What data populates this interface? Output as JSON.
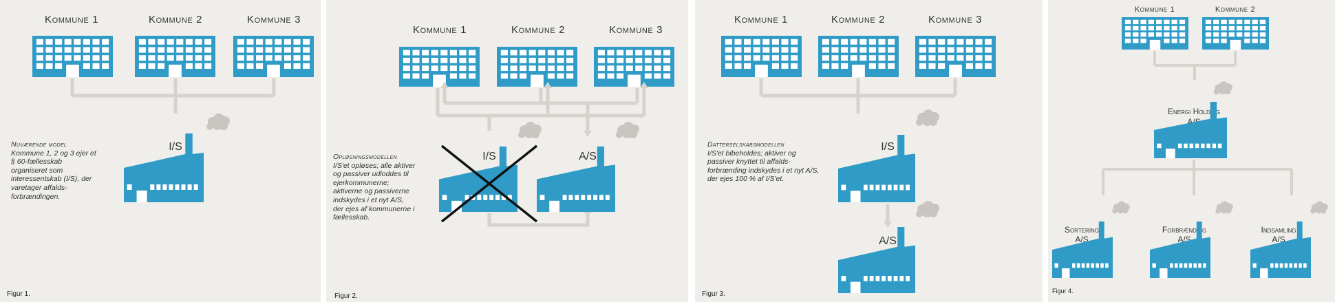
{
  "colors": {
    "background": "#efeeeb",
    "building": "#2f9bc6",
    "connector": "#d6d3cc",
    "smoke": "#c9c6c1",
    "cross": "#111111"
  },
  "panel1": {
    "kommuner": [
      "Kommune 1",
      "Kommune 2",
      "Kommune 3"
    ],
    "company": "I/S",
    "caption": {
      "heading": "Nuværende model",
      "body": "Kommune 1, 2 og 3 ejer et § 60-fællesskab organiseret som interessentskab (I/S), der varetager affalds-forbrændingen."
    },
    "figure": "Figur 1."
  },
  "panel2": {
    "kommuner": [
      "Kommune 1",
      "Kommune 2",
      "Kommune 3"
    ],
    "old_company": "I/S",
    "new_company": "A/S",
    "caption": {
      "heading": "Opløsningsmodellen",
      "body": "I/S'et opløses; alle aktiver og passiver udloddes til ejerkommunerne; aktiverne og passiverne indskydes i et nyt A/S, der ejes af kommunerne i fællesskab."
    },
    "figure": "Figur 2."
  },
  "panel3": {
    "kommuner": [
      "Kommune 1",
      "Kommune 2",
      "Kommune 3"
    ],
    "company": "I/S",
    "subsidiary": "A/S",
    "caption": {
      "heading": "Datterselskabsmodellen",
      "body": "I/S'et bibeholdes; aktiver og passiver knyttet til affalds-forbrænding indskydes i et nyt A/S, der ejes 100 % af I/S'et."
    },
    "figure": "Figur 3."
  },
  "panel4": {
    "kommuner": [
      "Kommune 1",
      "Kommune 2"
    ],
    "holding": [
      "Energi Holding",
      "A/S"
    ],
    "subsidiaries": [
      [
        "Sortering",
        "A/S"
      ],
      [
        "Forbrænding",
        "A/S"
      ],
      [
        "Indsamling",
        "A/S"
      ]
    ],
    "figure": "Figur 4."
  }
}
